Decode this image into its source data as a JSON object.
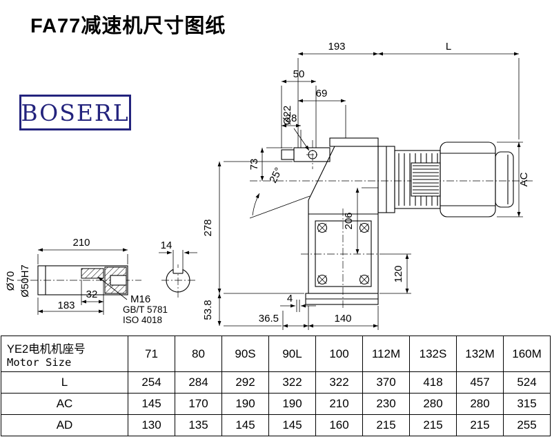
{
  "page": {
    "title": "FA77减速机尺寸图纸",
    "brand": "BOSERL"
  },
  "drawing": {
    "dims": {
      "w193": "193",
      "L": "L",
      "w50": "50",
      "w69": "69",
      "dia22": "Ø22",
      "w28": "28",
      "h73": "73",
      "h278": "278",
      "h206": "206",
      "AC": "AC",
      "h120": "120",
      "t4": "4",
      "w36_5": "36.5",
      "w140": "140",
      "h53_8": "53.8",
      "ang25": "25°",
      "w210": "210",
      "w14": "14",
      "dia70": "Ø70",
      "dia50h7": "Ø50H7",
      "w32": "32",
      "w183": "183",
      "thread": "M16",
      "std1": "GB/T 5781",
      "std2": "ISO 4018"
    }
  },
  "table": {
    "header": {
      "motor_cn": "YE2电机机座号",
      "motor_en": "Motor Size",
      "sizes": [
        "71",
        "80",
        "90S",
        "90L",
        "100",
        "112M",
        "132S",
        "132M",
        "160M"
      ]
    },
    "rows": [
      {
        "label": "L",
        "values": [
          "254",
          "284",
          "292",
          "322",
          "322",
          "370",
          "418",
          "457",
          "524"
        ]
      },
      {
        "label": "AC",
        "values": [
          "145",
          "170",
          "190",
          "190",
          "210",
          "230",
          "280",
          "280",
          "315"
        ]
      },
      {
        "label": "AD",
        "values": [
          "130",
          "135",
          "145",
          "145",
          "160",
          "215",
          "215",
          "215",
          "255"
        ]
      }
    ]
  }
}
